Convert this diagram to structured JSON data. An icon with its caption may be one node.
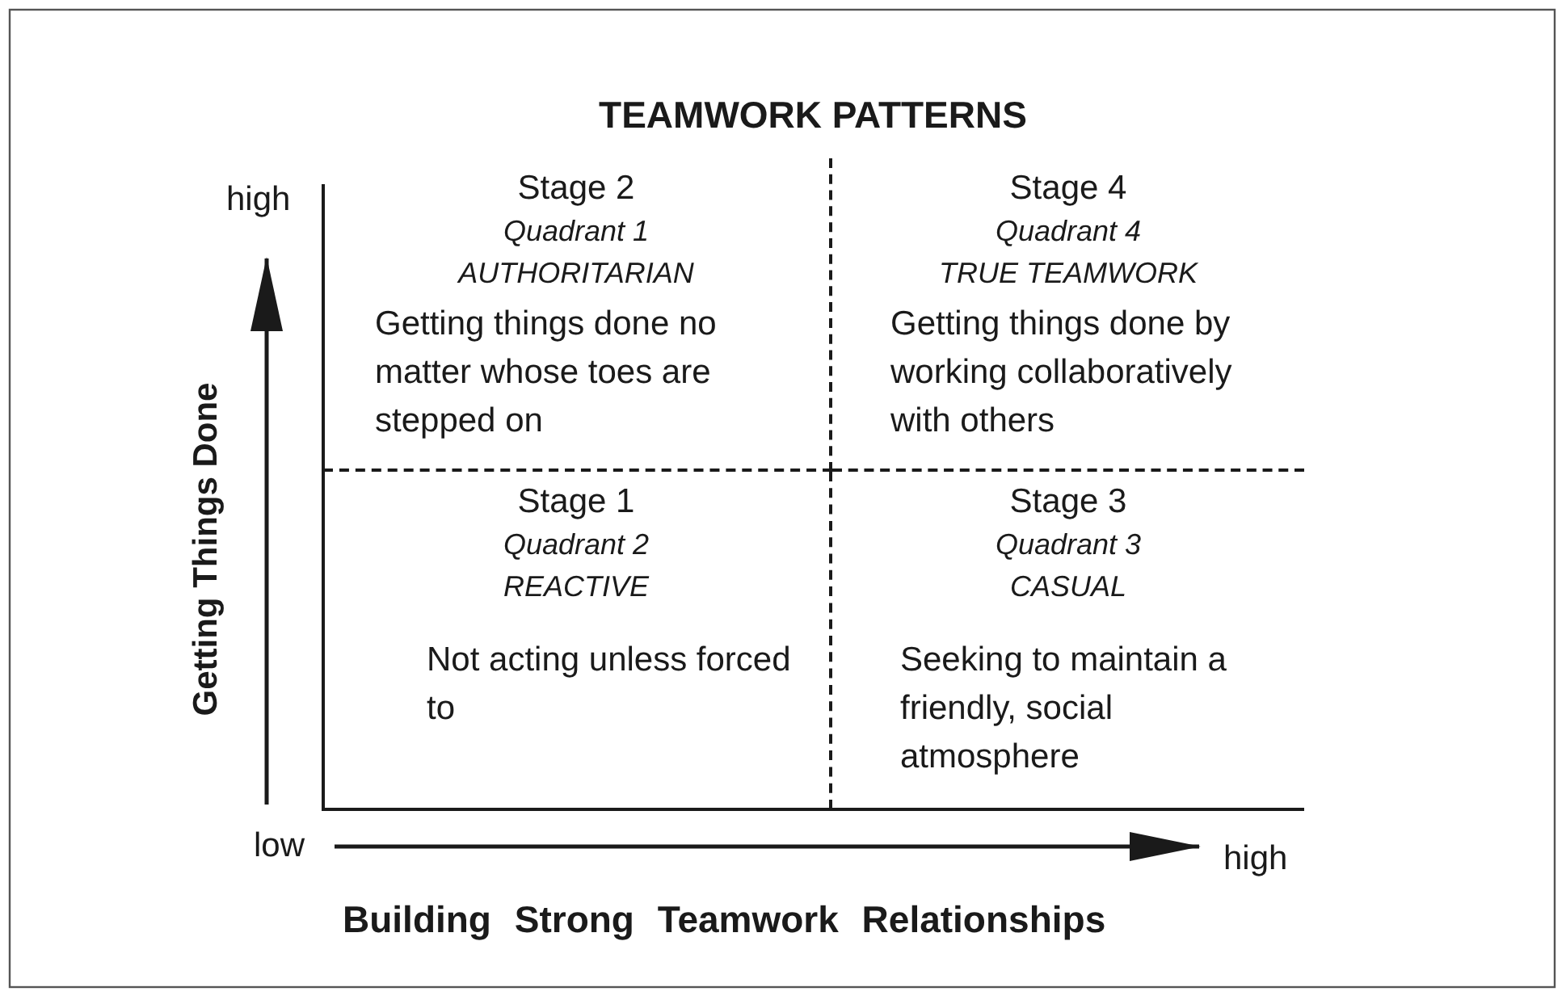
{
  "diagram": {
    "title": "TEAMWORK PATTERNS",
    "nodes": [
      {
        "text": [
          "Stage 2",
          "Quadrant 1",
          "AUTHORITARIAN",
          "Getting things done no matter whose toes are stepped on"
        ]
      },
      {
        "text": [
          "Stage 4",
          "Quadrant 4",
          "TRUE TEAMWORK",
          "Getting things done by working collaboratively with others"
        ]
      },
      {
        "text": [
          "Stage 1",
          "Quadrant 2",
          "REACTIVE",
          "Not acting unless forced to"
        ]
      },
      {
        "text": [
          "Stage 3",
          "Quadrant 3",
          "CASUAL",
          "Seeking to maintain a friendly, social atmosphere"
        ]
      }
    ],
    "edges": [],
    "labels": [
      "high",
      "Getting Things Done",
      "low",
      "high",
      "Building Strong Teamwork Relationships"
    ]
  }
}
